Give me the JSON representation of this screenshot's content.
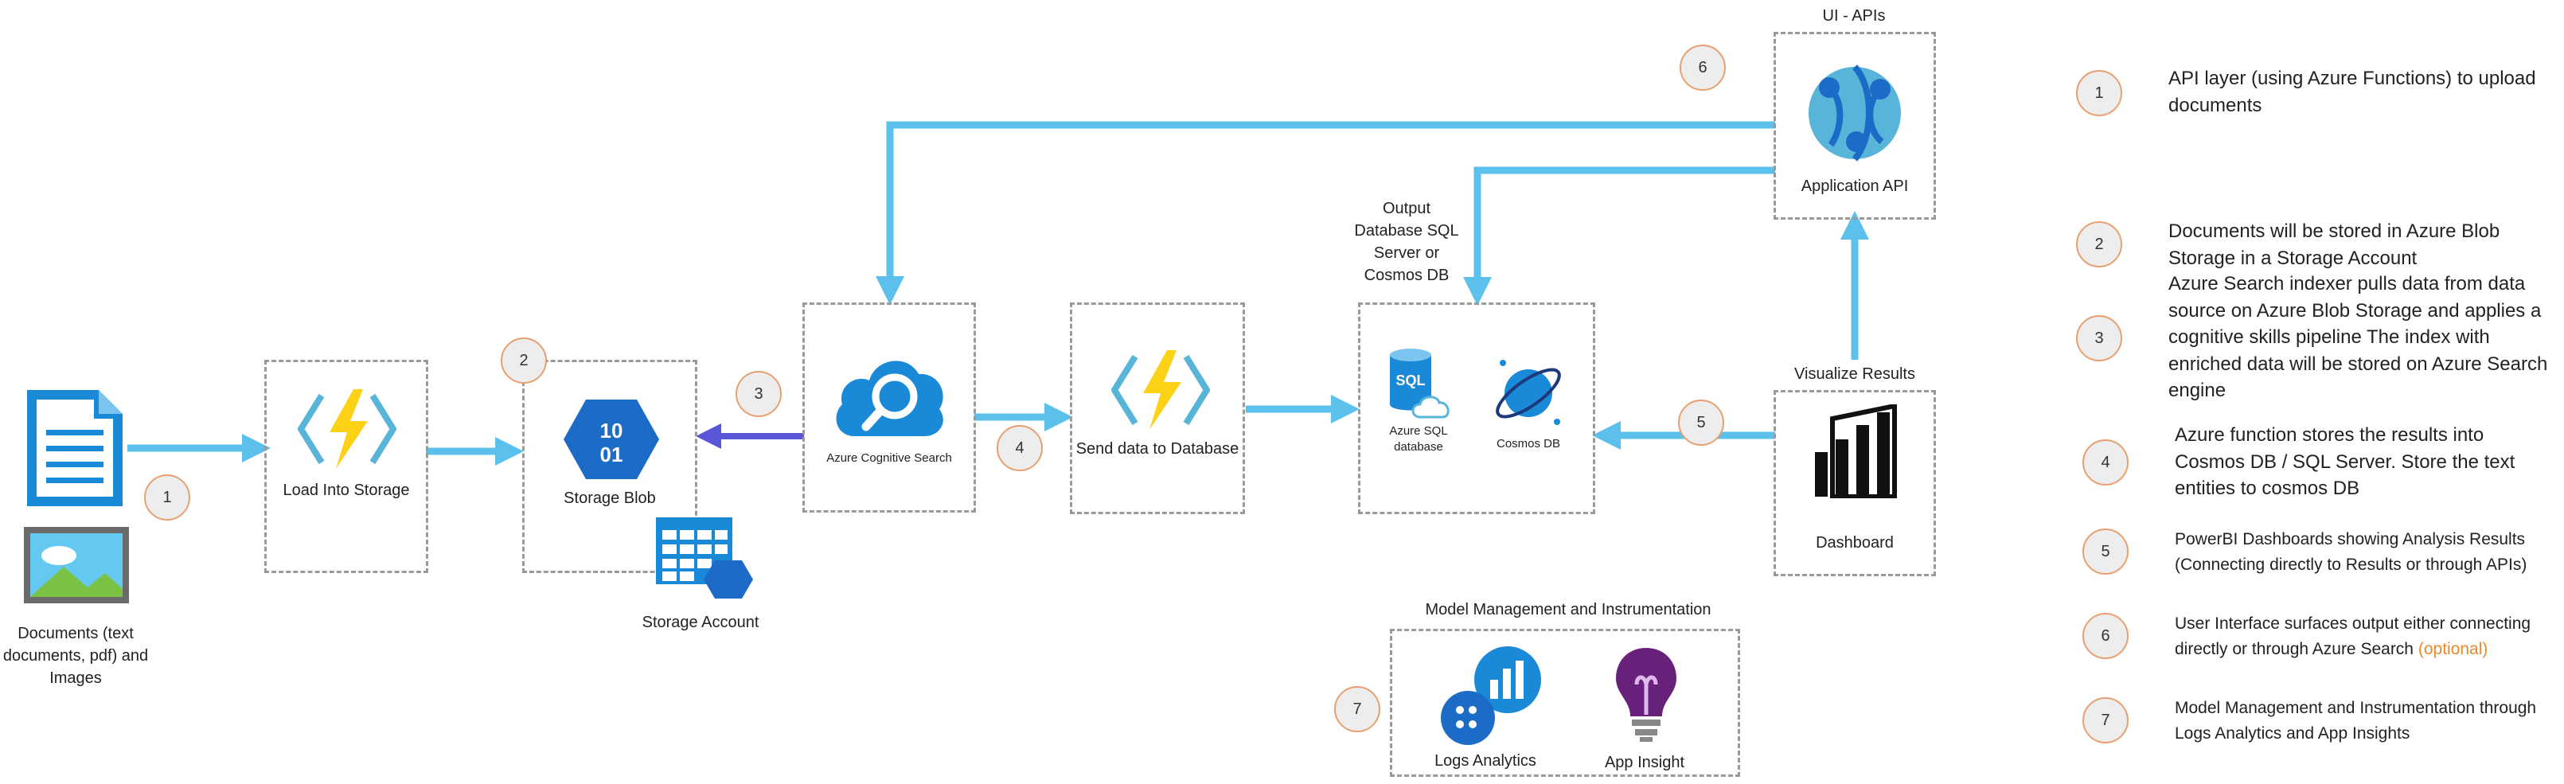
{
  "colors": {
    "arrow": "#5bc0eb",
    "arrow_purple": "#5a56d8",
    "step_border": "#e8a070",
    "optional": "#e88a2e"
  },
  "nodes": {
    "documents": "Documents (text documents, pdf) and Images",
    "load_storage": "Load Into Storage",
    "storage_blob": "Storage Blob",
    "storage_blob_icon_text": "10\n01",
    "storage_account": "Storage Account",
    "cognitive_search": "Azure Cognitive Search",
    "send_data": "Send data to Database",
    "output_db": "Output Database SQL Server or Cosmos DB",
    "azure_sql": "Azure SQL database",
    "sql_icon_text": "SQL",
    "cosmos": "Cosmos DB",
    "ui_apis": "UI - APIs",
    "application_api": "Application API",
    "visualize": "Visualize Results",
    "dashboard": "Dashboard",
    "model_mgmt": "Model Management and Instrumentation",
    "logs_analytics": "Logs Analytics",
    "app_insight": "App Insight"
  },
  "steps": [
    "1",
    "2",
    "3",
    "4",
    "5",
    "6",
    "7"
  ],
  "legend": [
    {
      "num": "1",
      "text": "API layer (using Azure Functions) to upload documents"
    },
    {
      "num": "2",
      "text": "Documents will be stored in Azure Blob Storage in a Storage Account"
    },
    {
      "num": "3",
      "text": "Azure Search indexer pulls data from data source on Azure Blob Storage and applies a cognitive skills pipeline The index with enriched data will be stored on Azure Search engine"
    },
    {
      "num": "4",
      "text": "Azure function stores the results into Cosmos DB / SQL Server. Store the text entities to cosmos DB"
    },
    {
      "num": "5",
      "text": "PowerBI Dashboards showing Analysis Results (Connecting directly to Results or through APIs)"
    },
    {
      "num": "6",
      "text": "User Interface surfaces output either connecting directly or through Azure Search",
      "optional": "(optional)"
    },
    {
      "num": "7",
      "text": "Model Management and Instrumentation through Logs Analytics and App Insights"
    }
  ]
}
